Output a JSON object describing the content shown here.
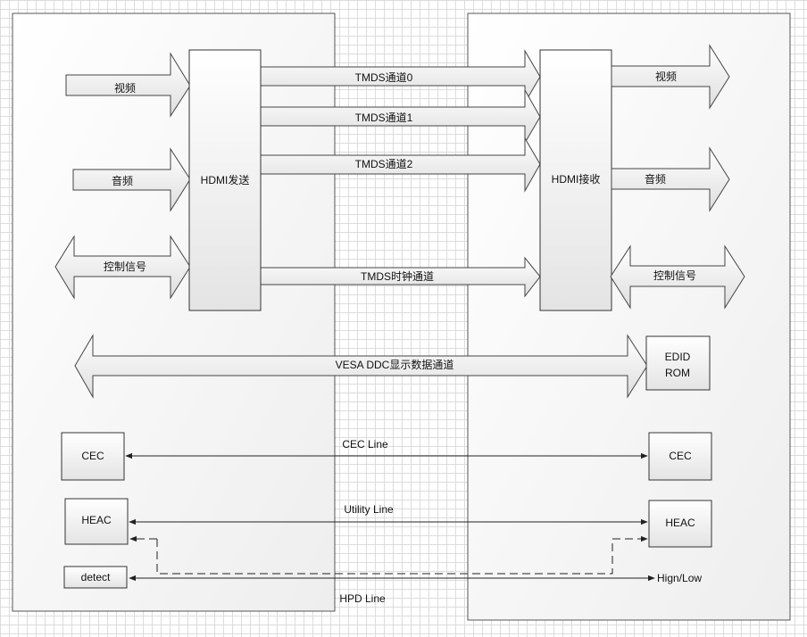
{
  "transmitter": {
    "label": "HDMI发送",
    "inputs": {
      "video": "视频",
      "audio": "音频",
      "control": "控制信号"
    }
  },
  "receiver": {
    "label": "HDMI接收",
    "outputs": {
      "video": "视频",
      "audio": "音频",
      "control": "控制信号"
    }
  },
  "channels": {
    "tmds0": "TMDS通道0",
    "tmds1": "TMDS通道1",
    "tmds2": "TMDS通道2",
    "clock": "TMDS时钟通道",
    "ddc": "VESA DDC显示数据通道"
  },
  "edid": {
    "line1": "EDID",
    "line2": "ROM"
  },
  "cec": {
    "left": "CEC",
    "right": "CEC",
    "line": "CEC Line"
  },
  "heac": {
    "left": "HEAC",
    "right": "HEAC",
    "line": "Utility Line"
  },
  "hpd": {
    "left": "detect",
    "right": "Hign/Low",
    "line": "HPD Line"
  }
}
